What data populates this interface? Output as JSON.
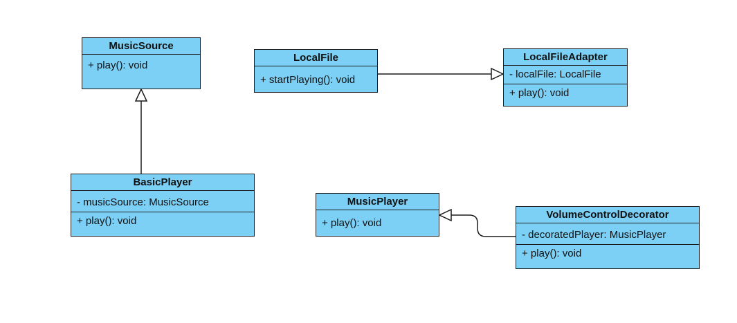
{
  "diagram": {
    "classes": {
      "music_source": {
        "name": "MusicSource",
        "methods": [
          "+ play(): void"
        ]
      },
      "local_file": {
        "name": "LocalFile",
        "methods": [
          "+ startPlaying(): void"
        ]
      },
      "local_file_adapter": {
        "name": "LocalFileAdapter",
        "attributes": [
          "- localFile: LocalFile"
        ],
        "methods": [
          "+ play(): void"
        ]
      },
      "basic_player": {
        "name": "BasicPlayer",
        "attributes": [
          "- musicSource: MusicSource"
        ],
        "methods": [
          "+ play(): void"
        ]
      },
      "music_player": {
        "name": "MusicPlayer",
        "methods": [
          "+ play(): void"
        ]
      },
      "volume_control_decorator": {
        "name": "VolumeControlDecorator",
        "attributes": [
          "- decoratedPlayer: MusicPlayer"
        ],
        "methods": [
          "+ play(): void"
        ]
      }
    },
    "colors": {
      "class_fill": "#7ccff5",
      "stroke": "#1a1a1a"
    }
  }
}
